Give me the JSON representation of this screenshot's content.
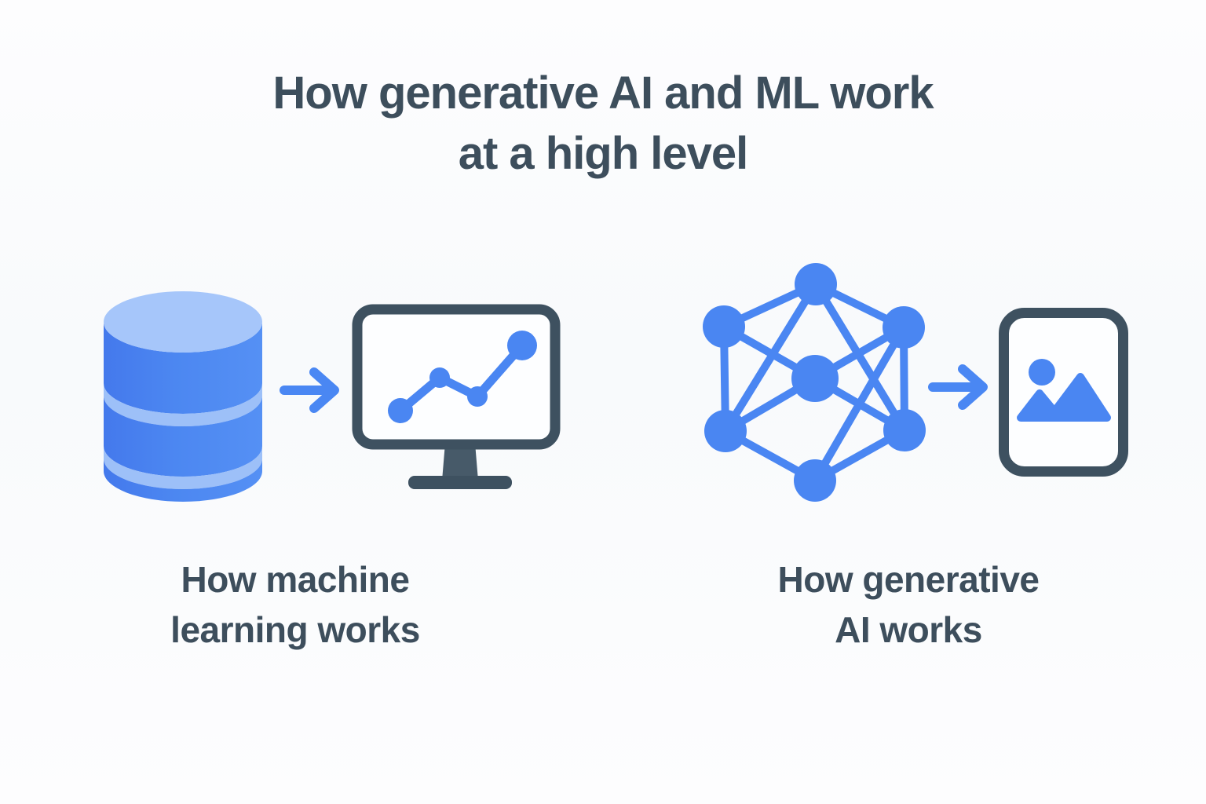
{
  "title": {
    "lines": [
      "How generative AI and ML work",
      "at a high level"
    ]
  },
  "sections": {
    "ml": {
      "label_lines": [
        "How machine",
        "learning works"
      ],
      "icons": [
        "database-icon",
        "arrow-right-icon",
        "monitor-line-chart-icon"
      ]
    },
    "genai": {
      "label_lines": [
        "How generative",
        "AI works"
      ],
      "icons": [
        "neural-network-icon",
        "arrow-right-icon",
        "generated-image-icon"
      ]
    }
  },
  "colors": {
    "background": "#FAFBFC",
    "text_dark_slate": "#3D4E5C",
    "blue_primary": "#4A86F2",
    "blue_light_top": "#A6C6FA",
    "blue_light_band": "#9DC0F8",
    "icon_outline_slate": "#3E5160",
    "monitor_stem_slate": "#475A69",
    "screen_white": "#FDFEFF"
  }
}
